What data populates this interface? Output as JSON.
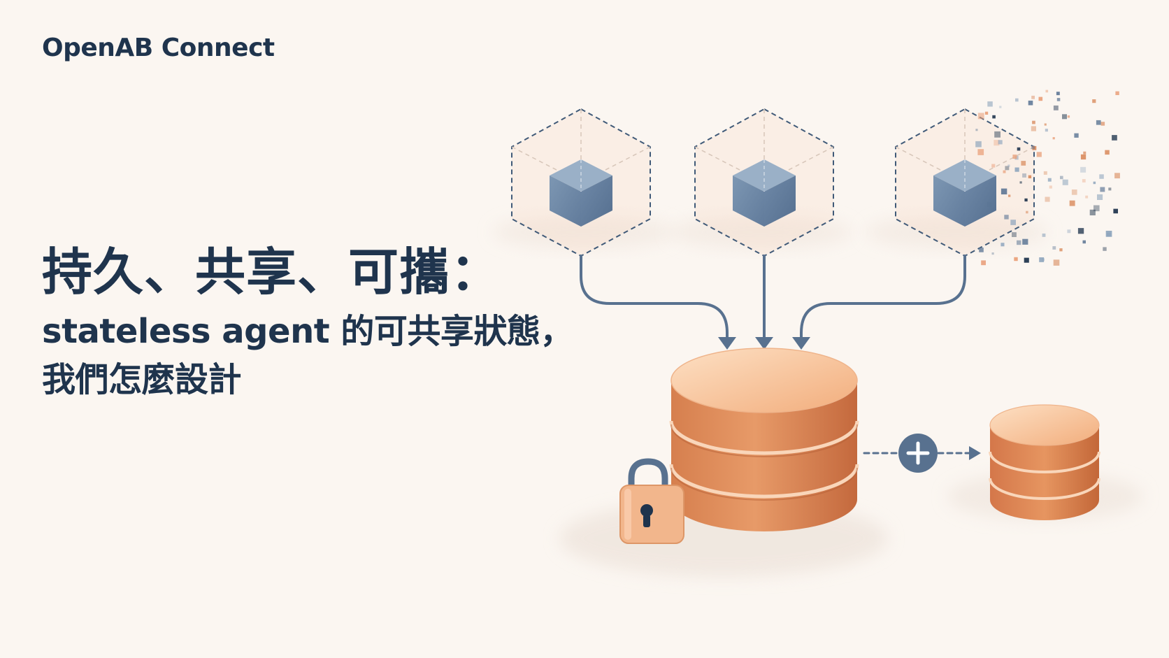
{
  "brand": {
    "name": "OpenAB Connect"
  },
  "headline": {
    "title": "持久、共享、可攜：",
    "subtitle_line1": "stateless agent 的可共享狀態，",
    "subtitle_line2": "我們怎麼設計"
  },
  "colors": {
    "navy": "#1f344d",
    "slate_blue": "#5b7594",
    "copper": "#d98b5d",
    "copper_dark": "#bf6d43",
    "peach": "#f7c39e",
    "background": "#fbf6f1"
  },
  "icons": {
    "agents": [
      "agent-cube-icon",
      "agent-cube-icon",
      "agent-cube-icon"
    ],
    "database": "database-icon",
    "lock": "padlock-icon",
    "plus": "plus-icon"
  }
}
